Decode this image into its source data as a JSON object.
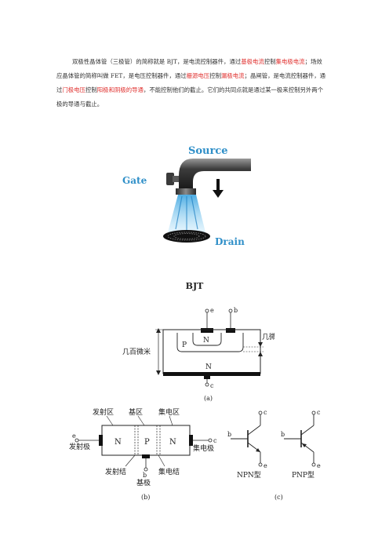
{
  "paragraph": {
    "s1": "双极性晶体管（三极管）的简称就是 BJT，是电流控制器件，通过",
    "s1_red1": "基极电流",
    "s1b": "控制",
    "s1_red2": "集电极电流",
    "s2": "；场效应晶体管的简称叫做 FET，是电压控制器件，通过",
    "s2_red1": "栅源电压",
    "s2b": "控制",
    "s2_red2": "漏极电流",
    "s3": "；晶闸管，是电流控制器件，通过",
    "s3_red1": "门极电压",
    "s3b": "控制",
    "s3_red2": "阳极和阴极的导通",
    "s4": "，不能控制他们的截止。它们的共同点就是通过某一极来控制另外两个极的导通与截止。"
  },
  "faucet_figure": {
    "source_label": "Source",
    "gate_label": "Gate",
    "drain_label": "Drain"
  },
  "bjt_title": "BJT",
  "figure_a": {
    "terminal_e": "e",
    "terminal_b": "b",
    "terminal_c": "c",
    "region_p": "P",
    "region_n_top": "N",
    "region_n_bottom": "N",
    "label_micron": "几微米",
    "label_hundreds_micron": "几百微米",
    "caption": "(a)"
  },
  "figure_b": {
    "label_emitter_region": "发射区",
    "label_base_region": "基区",
    "label_collector_region": "集电区",
    "region_n_left": "N",
    "region_p": "P",
    "region_n_right": "N",
    "terminal_e": "e",
    "terminal_c": "c",
    "terminal_b": "b",
    "label_emitter": "发射极",
    "label_collector": "集电极",
    "label_emitter_junction": "发射结",
    "label_collector_junction": "集电结",
    "label_base": "基极",
    "caption": "(b)"
  },
  "figure_c": {
    "npn_c": "c",
    "npn_b": "b",
    "npn_e": "e",
    "pnp_c": "c",
    "pnp_b": "b",
    "pnp_e": "e",
    "npn_label": "NPN型",
    "pnp_label": "PNP型",
    "caption": "(c)"
  },
  "colors": {
    "accent_red": "#e0312f",
    "faucet_text_blue": "#2f8fc8",
    "water_blue": "#6ec6f0"
  }
}
